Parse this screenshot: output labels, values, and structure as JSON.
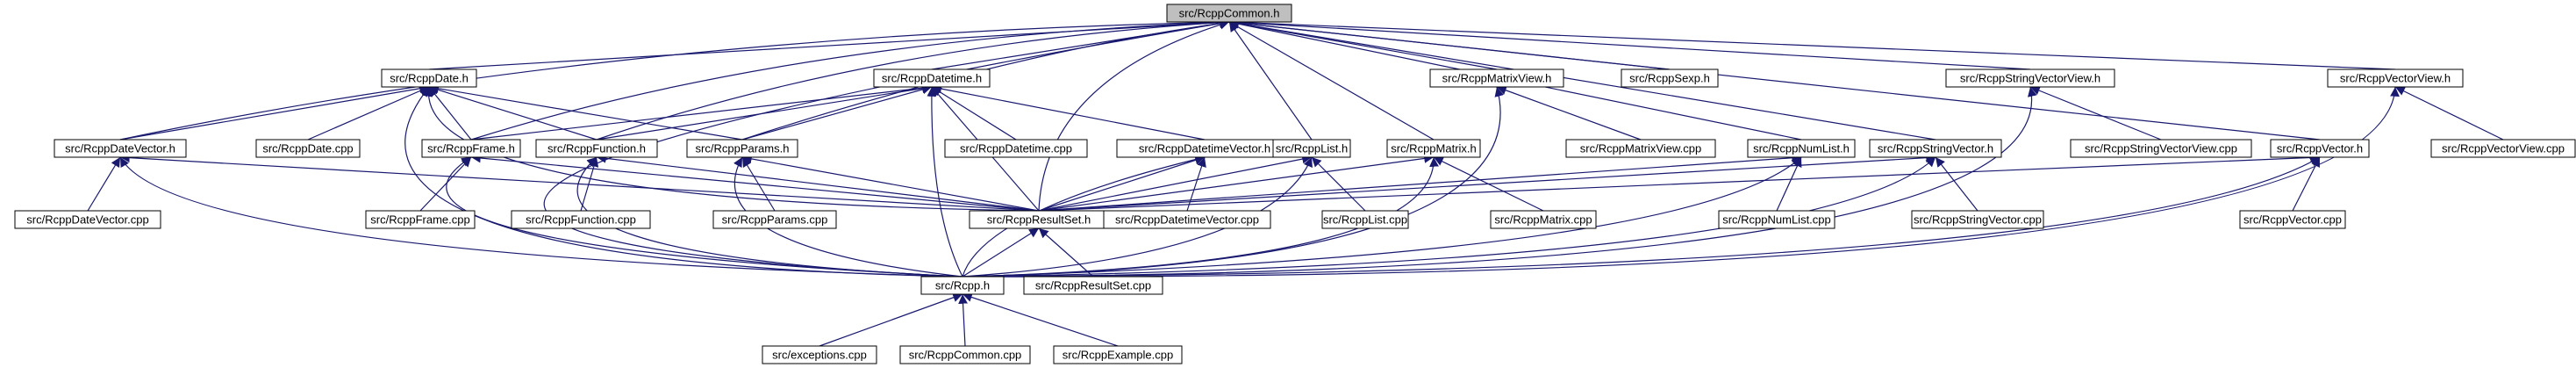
{
  "graph": {
    "colors": {
      "edge": "#191970",
      "node_fill": "#ffffff",
      "root_fill": "#bfbfbf",
      "border": "#000000"
    },
    "nodes": [
      {
        "id": "common",
        "label": "src/RcppCommon.h",
        "root": true
      },
      {
        "id": "date_h",
        "label": "src/RcppDate.h"
      },
      {
        "id": "datetime_h",
        "label": "src/RcppDatetime.h"
      },
      {
        "id": "matrixview_h",
        "label": "src/RcppMatrixView.h"
      },
      {
        "id": "sexp_h",
        "label": "src/RcppSexp.h"
      },
      {
        "id": "stringvectorview_h",
        "label": "src/RcppStringVectorView.h"
      },
      {
        "id": "vectorview_h",
        "label": "src/RcppVectorView.h"
      },
      {
        "id": "datevector_h",
        "label": "src/RcppDateVector.h"
      },
      {
        "id": "date_cpp",
        "label": "src/RcppDate.cpp"
      },
      {
        "id": "frame_h",
        "label": "src/RcppFrame.h"
      },
      {
        "id": "function_h",
        "label": "src/RcppFunction.h"
      },
      {
        "id": "params_h",
        "label": "src/RcppParams.h"
      },
      {
        "id": "datetime_cpp",
        "label": "src/RcppDatetime.cpp"
      },
      {
        "id": "datetimevector_h",
        "label": "src/RcppDatetimeVector.h"
      },
      {
        "id": "list_h",
        "label": "src/RcppList.h"
      },
      {
        "id": "matrix_h",
        "label": "src/RcppMatrix.h"
      },
      {
        "id": "matrixview_cpp",
        "label": "src/RcppMatrixView.cpp"
      },
      {
        "id": "numlist_h",
        "label": "src/RcppNumList.h"
      },
      {
        "id": "stringvector_h",
        "label": "src/RcppStringVector.h"
      },
      {
        "id": "stringvectorview_cpp",
        "label": "src/RcppStringVectorView.cpp"
      },
      {
        "id": "vector_h",
        "label": "src/RcppVector.h"
      },
      {
        "id": "vectorview_cpp",
        "label": "src/RcppVectorView.cpp"
      },
      {
        "id": "datevector_cpp",
        "label": "src/RcppDateVector.cpp"
      },
      {
        "id": "frame_cpp",
        "label": "src/RcppFrame.cpp"
      },
      {
        "id": "function_cpp",
        "label": "src/RcppFunction.cpp"
      },
      {
        "id": "params_cpp",
        "label": "src/RcppParams.cpp"
      },
      {
        "id": "resultset_h",
        "label": "src/RcppResultSet.h"
      },
      {
        "id": "datetimevector_cpp",
        "label": "src/RcppDatetimeVector.cpp"
      },
      {
        "id": "list_cpp",
        "label": "src/RcppList.cpp"
      },
      {
        "id": "matrix_cpp",
        "label": "src/RcppMatrix.cpp"
      },
      {
        "id": "numlist_cpp",
        "label": "src/RcppNumList.cpp"
      },
      {
        "id": "stringvector_cpp",
        "label": "src/RcppStringVector.cpp"
      },
      {
        "id": "vector_cpp",
        "label": "src/RcppVector.cpp"
      },
      {
        "id": "rcpp_h",
        "label": "src/Rcpp.h"
      },
      {
        "id": "resultset_cpp",
        "label": "src/RcppResultSet.cpp"
      },
      {
        "id": "exceptions_cpp",
        "label": "src/exceptions.cpp"
      },
      {
        "id": "common_cpp",
        "label": "src/RcppCommon.cpp"
      },
      {
        "id": "example_cpp",
        "label": "src/RcppExample.cpp"
      }
    ]
  }
}
